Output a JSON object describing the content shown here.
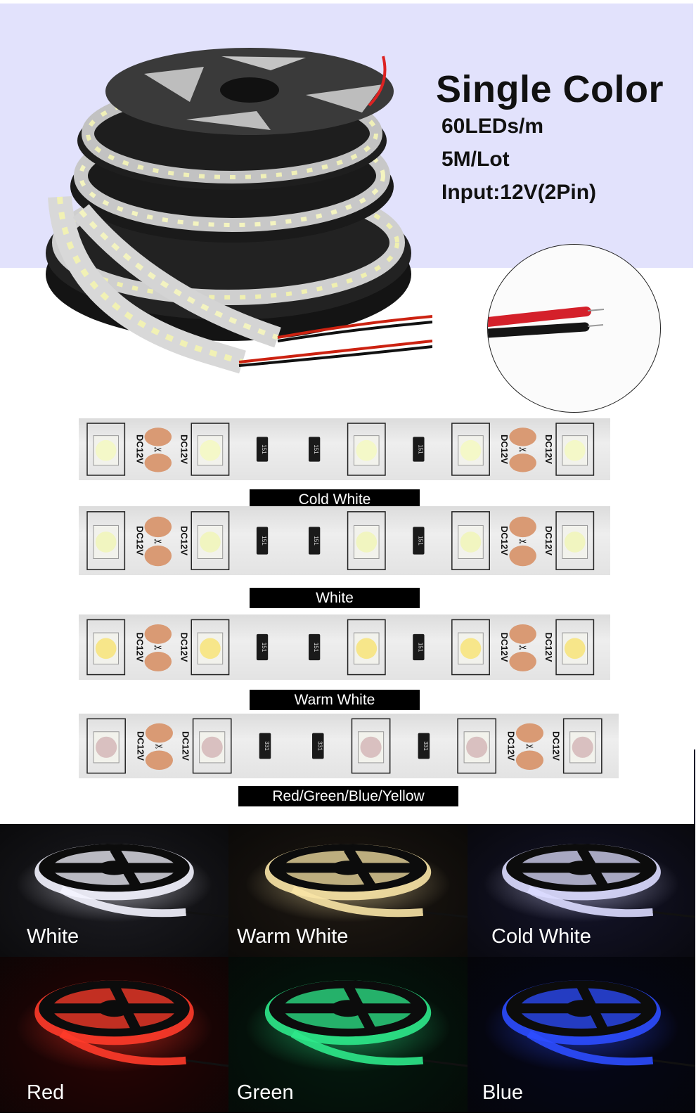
{
  "hero": {
    "title": "Single Color",
    "specs": [
      "60LEDs/m",
      "5M/Lot",
      "Input:12V(2Pin)"
    ],
    "background_color": "#e2e2fc",
    "image": "led-strip-reels-stack",
    "inset_image": "red-black-2pin-wire-closeup"
  },
  "strips": [
    {
      "label": "Cold White",
      "led_color": "#f4f8c8",
      "marking": "DC12V",
      "resistor": "151"
    },
    {
      "label": "White",
      "led_color": "#f1f5c0",
      "marking": "DC12V",
      "resistor": "151"
    },
    {
      "label": "Warm White",
      "led_color": "#f7e68a",
      "marking": "DC12V",
      "resistor": "151"
    },
    {
      "label": "Red/Green/Blue/Yellow",
      "led_color": "#d9c0c0",
      "marking": "DC12V",
      "resistor": "331"
    }
  ],
  "gallery": [
    {
      "caption": "White",
      "bg": "#1c1c22",
      "glow": "#f4f4ff"
    },
    {
      "caption": "Warm White",
      "bg": "#1e1812",
      "glow": "#f8e4a6"
    },
    {
      "caption": "Cold White",
      "bg": "#14142a",
      "glow": "#dcdcff"
    },
    {
      "caption": "Red",
      "bg": "#2a0404",
      "glow": "#ff3b2a"
    },
    {
      "caption": "Green",
      "bg": "#041a0e",
      "glow": "#2ee88a"
    },
    {
      "caption": "Blue",
      "bg": "#05061a",
      "glow": "#2c4cff"
    }
  ]
}
